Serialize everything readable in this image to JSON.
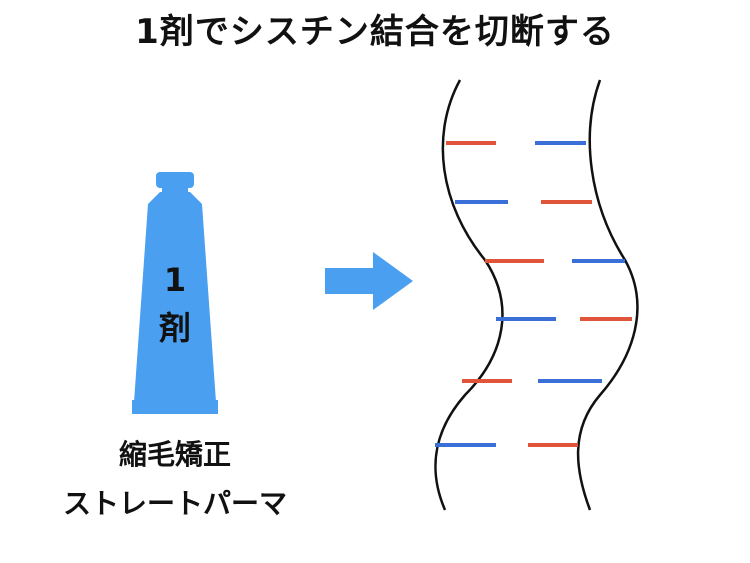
{
  "title": "1剤でシスチン結合を切断する",
  "tube": {
    "label_line1": "1",
    "label_line2": "剤",
    "color": "#4a9ff0"
  },
  "product": {
    "line1": "縮毛矯正",
    "line2": "ストレートパーマ"
  },
  "colors": {
    "arrow": "#4a9ff0",
    "bond_red": "#e0553a",
    "bond_blue": "#3a6fd8",
    "strand": "#111111"
  }
}
